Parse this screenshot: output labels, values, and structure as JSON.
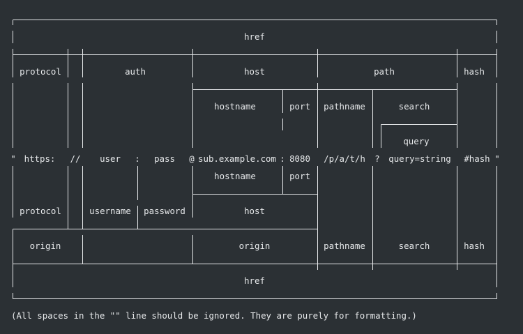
{
  "rows": [
    {
      "key": "href_top",
      "cells": [
        "href"
      ]
    },
    {
      "key": "top_labels",
      "cells": [
        "protocol",
        "auth",
        "host",
        "path",
        "hash"
      ]
    },
    {
      "key": "top_sub",
      "cells": [
        "hostname",
        "port",
        "pathname",
        "search"
      ]
    },
    {
      "key": "top_query",
      "cells": [
        "query"
      ]
    },
    {
      "key": "url_line",
      "cells": [
        "\"",
        "https:",
        "//",
        "user",
        ":",
        "pass",
        "@",
        "sub.example.com",
        ":",
        "8080",
        "/p/a/t/h",
        "?",
        "query=string",
        "#hash",
        "\""
      ]
    },
    {
      "key": "bottom_sub",
      "cells": [
        "hostname",
        "port"
      ]
    },
    {
      "key": "bottom_labels",
      "cells": [
        "protocol",
        "username",
        "password",
        "host"
      ]
    },
    {
      "key": "bottom_origin",
      "cells": [
        "origin",
        "origin",
        "pathname",
        "search",
        "hash"
      ]
    },
    {
      "key": "href_bottom",
      "cells": [
        "href"
      ]
    }
  ],
  "note": "(All spaces in the \"\" line should be ignored. They are purely for formatting.)"
}
